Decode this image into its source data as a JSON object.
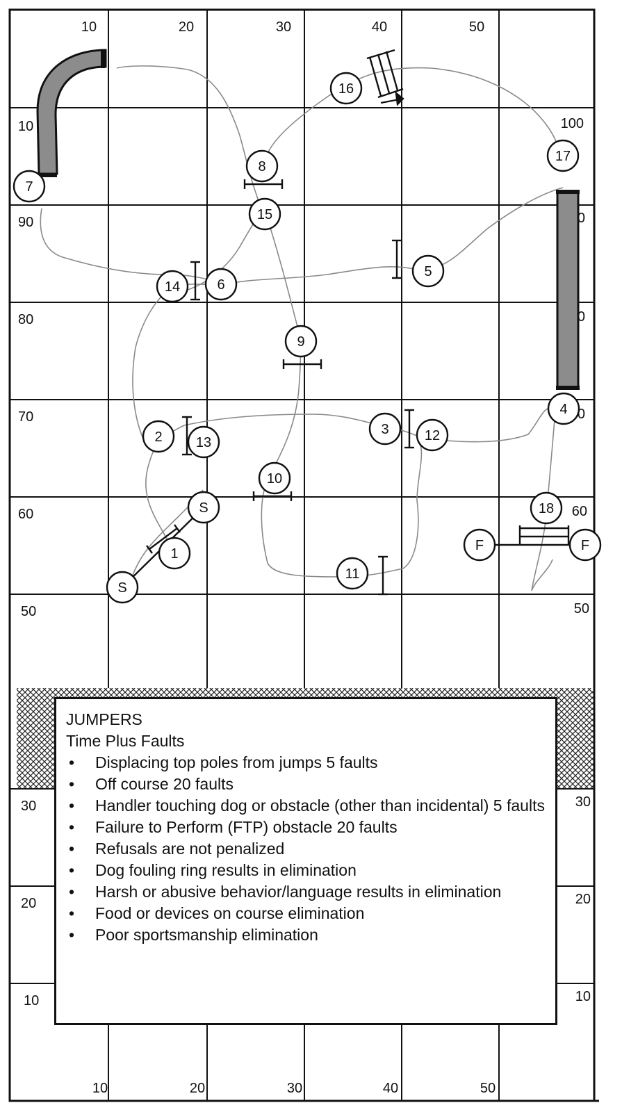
{
  "grid": {
    "top_labels": [
      "10",
      "20",
      "30",
      "40",
      "50"
    ],
    "bottom_labels": [
      "10",
      "20",
      "30",
      "40",
      "50"
    ],
    "left_labels": [
      "10",
      "90",
      "80",
      "70",
      "60",
      "50",
      "30",
      "20",
      "10"
    ],
    "right_labels": [
      "100",
      "0",
      "0",
      "0",
      "60",
      "50",
      "30",
      "20",
      "10"
    ]
  },
  "obstacles": {
    "numbers": [
      "1",
      "2",
      "3",
      "4",
      "5",
      "6",
      "7",
      "8",
      "9",
      "10",
      "11",
      "12",
      "13",
      "14",
      "15",
      "16",
      "17",
      "18"
    ],
    "start_label": "S",
    "finish_label": "F"
  },
  "rules": {
    "title": "JUMPERS",
    "subtitle": "Time Plus Faults",
    "items": [
      "Displacing top poles from jumps 5 faults",
      "Off course 20 faults",
      "Handler touching dog or obstacle (other than incidental) 5 faults",
      "Failure to Perform (FTP) obstacle 20 faults",
      "Refusals are not penalized",
      "Dog fouling ring results in elimination",
      "Harsh or abusive behavior/language results in elimination",
      "Food or devices on course elimination",
      "Poor sportsmanship elimination"
    ]
  },
  "colors": {
    "grid_line": "#111111",
    "path_line": "#8a8a8a",
    "tunnel_fill": "#8c8c8c",
    "hatch": "#222222"
  }
}
